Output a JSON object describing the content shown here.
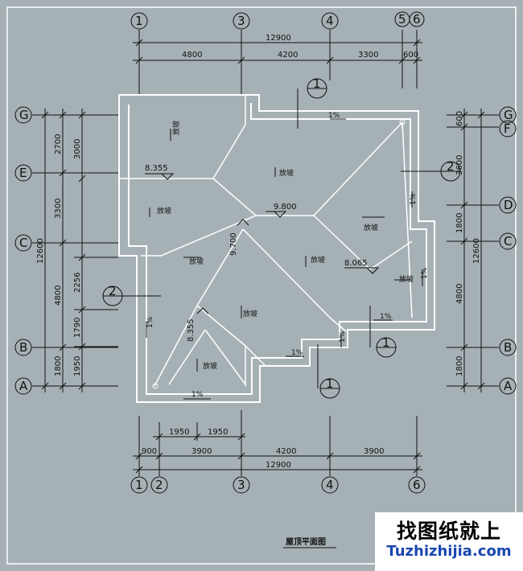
{
  "grid_top": [
    "1",
    "3",
    "4",
    "5",
    "6"
  ],
  "grid_bottom": [
    "1",
    "2",
    "3",
    "4",
    "6"
  ],
  "grid_left": [
    "G",
    "E",
    "C",
    "B",
    "A"
  ],
  "grid_right": [
    "G",
    "F",
    "D",
    "C",
    "B",
    "A"
  ],
  "dims_top": {
    "total": "12900",
    "d1": "4800",
    "d2": "4200",
    "d3": "3300",
    "d4": "600"
  },
  "dims_bottom": {
    "a": "1950",
    "b": "1950",
    "c": "900",
    "d": "3900",
    "e": "4200",
    "f": "3900",
    "total": "12900"
  },
  "dims_left": {
    "total": "12600",
    "a": "2700",
    "b": "3000",
    "c": "3300",
    "d": "2256",
    "e": "4800",
    "f": "1790",
    "g": "1800",
    "h": "1950"
  },
  "dims_right": {
    "a": "600",
    "b": "3600",
    "c": "1800",
    "d": "4800",
    "e": "12600",
    "f": "1800"
  },
  "elevations": {
    "e1": "8.355",
    "e2": "9.800",
    "e3": "9.700",
    "e4": "8.065",
    "e5": "8.355"
  },
  "slope_pct": "1%",
  "slope_label": "放坡",
  "detail_marks": [
    "1",
    "2",
    "2",
    "1",
    "1"
  ],
  "title": "屋顶平面图",
  "watermark": {
    "cn": "找图纸就上",
    "en": "Tuzhizhijia.com"
  }
}
